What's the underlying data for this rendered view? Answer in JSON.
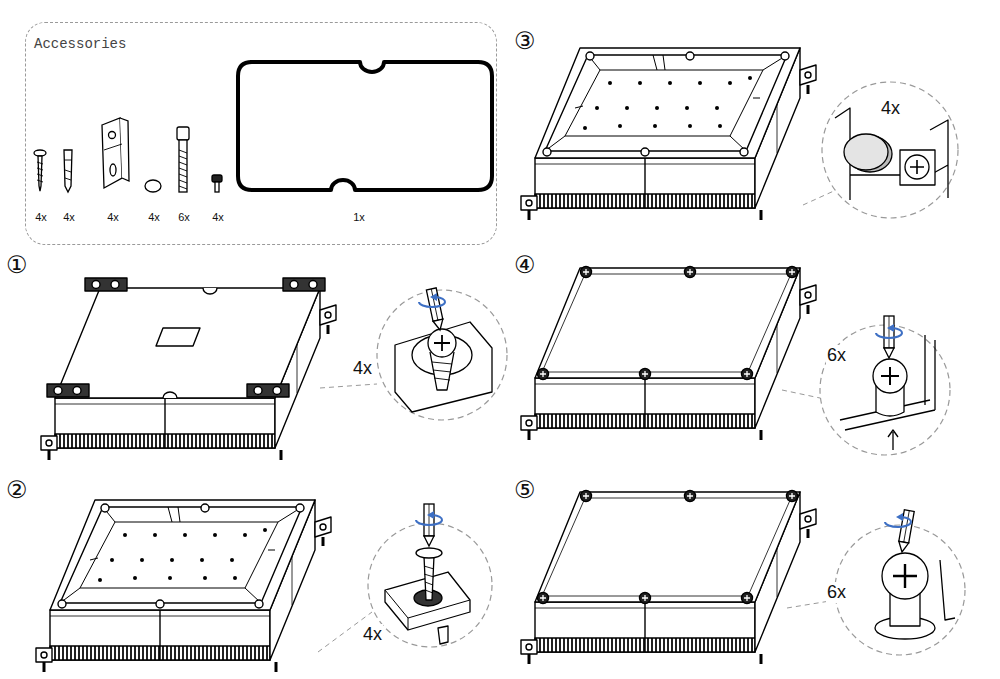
{
  "diagram": {
    "nodes": [
      {
        "text": [
          "Accessories",
          "4x",
          "4x",
          "4x",
          "4x",
          "6x",
          "4x",
          "1x"
        ]
      }
    ],
    "labels": [
      "①",
      "4x",
      "②",
      "4x",
      "③",
      "4x",
      "④",
      "6x",
      "⑤",
      "6x"
    ]
  }
}
